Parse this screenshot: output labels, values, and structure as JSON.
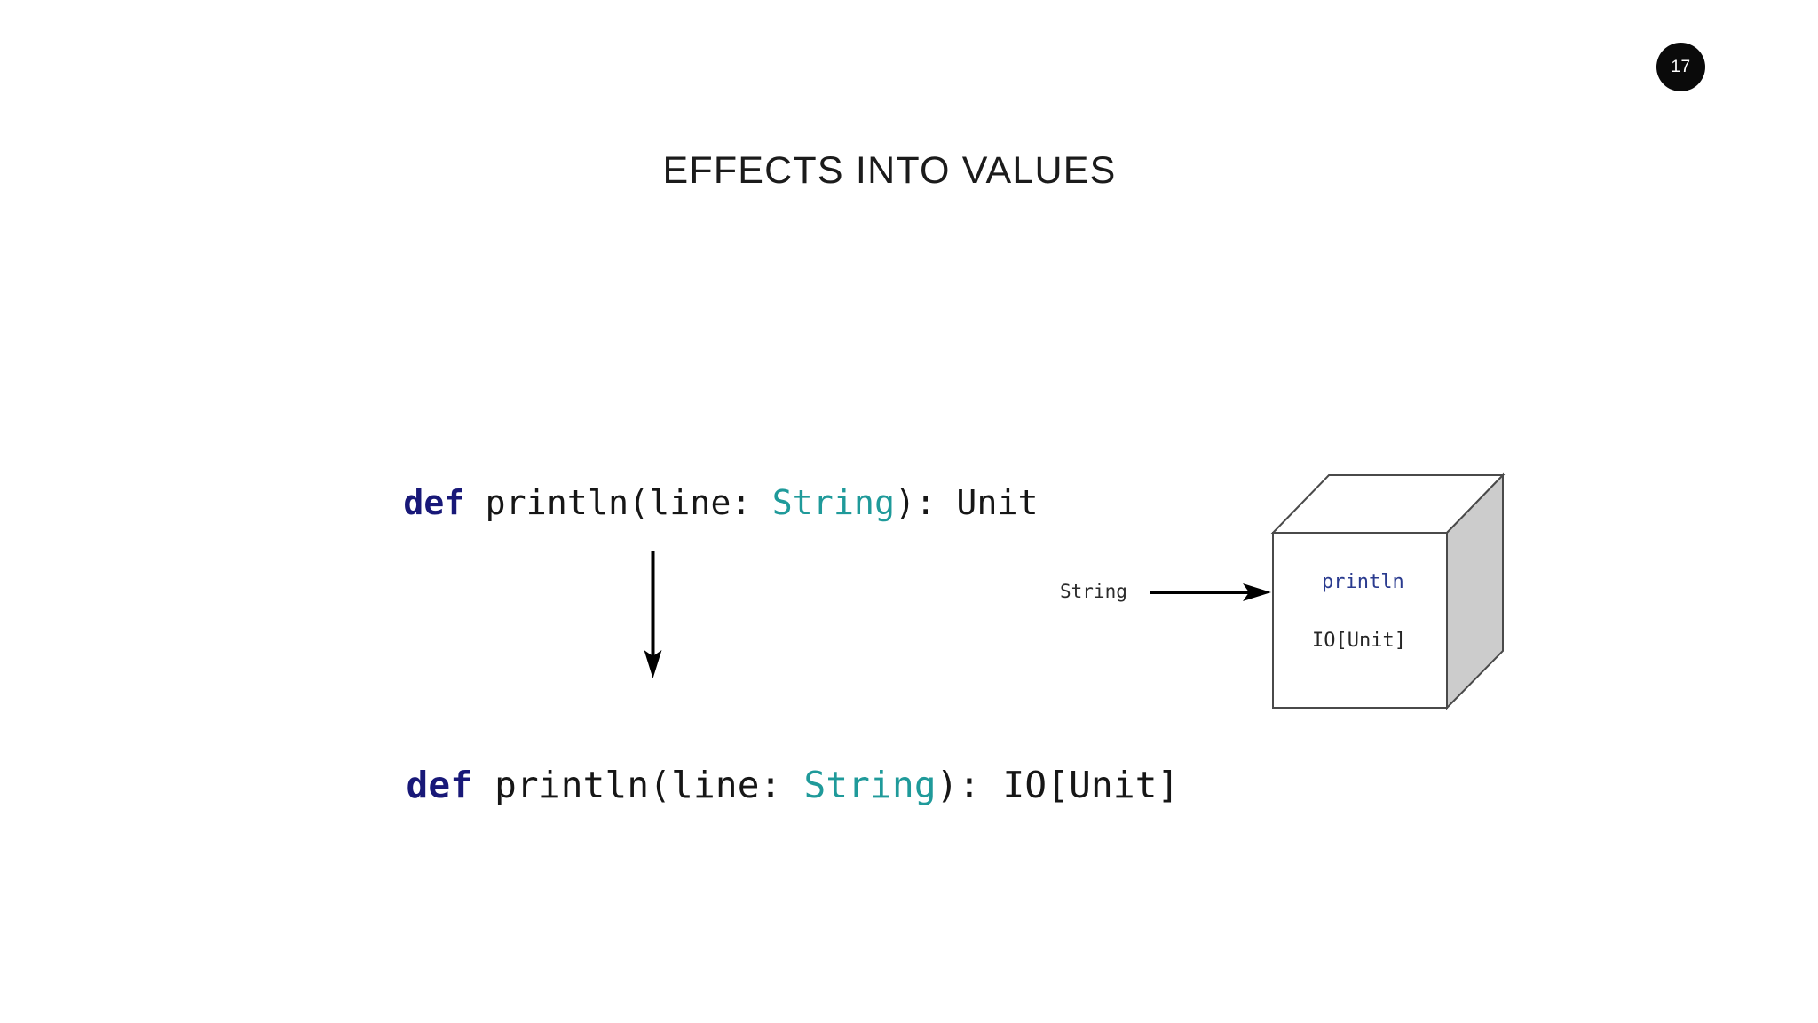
{
  "slide": {
    "page_number": "17",
    "title": "EFFECTS INTO VALUES",
    "background_color": "#ffffff",
    "badge_color": "#0a0a0a",
    "badge_text_color": "#ffffff"
  },
  "code": {
    "before": {
      "keyword": "def",
      "name_and_params": " println(line: ",
      "param_type": "String",
      "mid": "): ",
      "return_type": "Unit",
      "full_text": "def println(line: String): Unit"
    },
    "after": {
      "keyword": "def",
      "name_and_params": " println(line: ",
      "param_type": "String",
      "mid": "): ",
      "return_type": "IO[Unit]",
      "full_text": "def println(line: String): IO[Unit]"
    },
    "colors": {
      "keyword": "#181878",
      "type": "#1f9a9a",
      "plain": "#161616"
    }
  },
  "transform_arrow": {
    "direction": "down",
    "color": "#000000"
  },
  "diagram": {
    "input_label": "String",
    "input_arrow_direction": "right",
    "cube": {
      "front_label": "println",
      "front_label_color": "#2a3b8f",
      "output_label": "IO[Unit]",
      "output_label_color": "#262626",
      "front_face_color": "#ffffff",
      "side_face_color": "#cccccc",
      "top_face_color": "#ffffff",
      "edge_color": "#4a4a4a"
    }
  }
}
